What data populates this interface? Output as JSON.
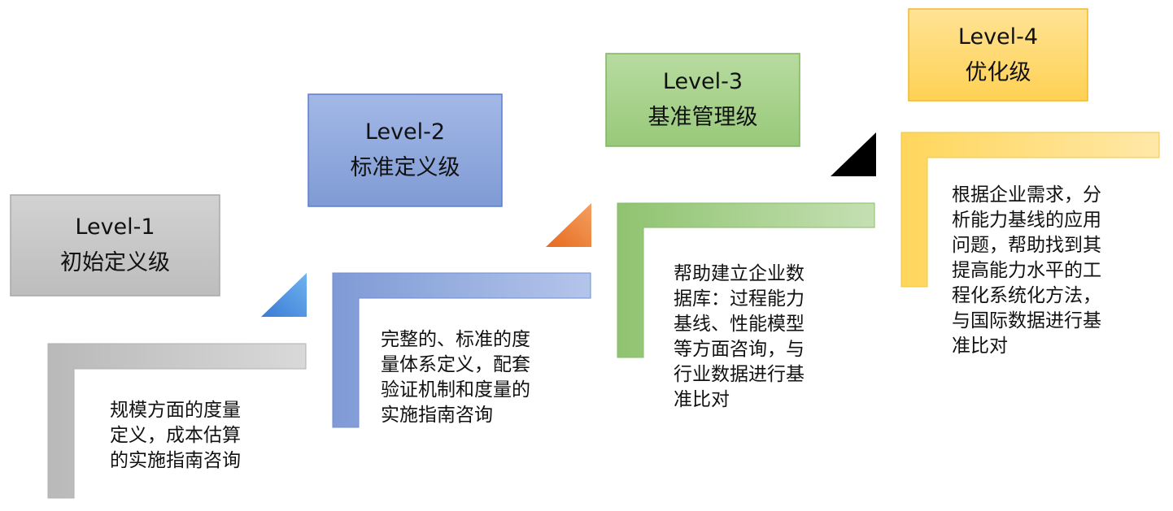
{
  "levels": [
    {
      "title": "Level-1",
      "name": "初始定义级",
      "description": [
        "规模方面的度量",
        "定义，成本估算",
        "的实施指南咨询"
      ],
      "color": "#c8c8c8"
    },
    {
      "title": "Level-2",
      "name": "标准定义级",
      "description": [
        "完整的、标准的度",
        "量体系定义，配套",
        "验证机制和度量的",
        "实施指南咨询"
      ],
      "color": "#8faadc"
    },
    {
      "title": "Level-3",
      "name": "基准管理级",
      "description": [
        "帮助建立企业数",
        "据库：过程能力",
        "基线、性能模型",
        "等方面咨询，与",
        "行业数据进行基",
        "准比对"
      ],
      "color": "#a9d18e"
    },
    {
      "title": "Level-4",
      "name": "优化级",
      "description": [
        "根据企业需求，分",
        "析能力基线的应用",
        "问题，帮助找到其",
        "提高能力水平的工",
        "程化系统化方法，",
        "与国际数据进行基",
        "准比对"
      ],
      "color": "#ffd966"
    }
  ],
  "triangle_colors": [
    "#4a90d9",
    "#ed7d31",
    "#000000"
  ]
}
